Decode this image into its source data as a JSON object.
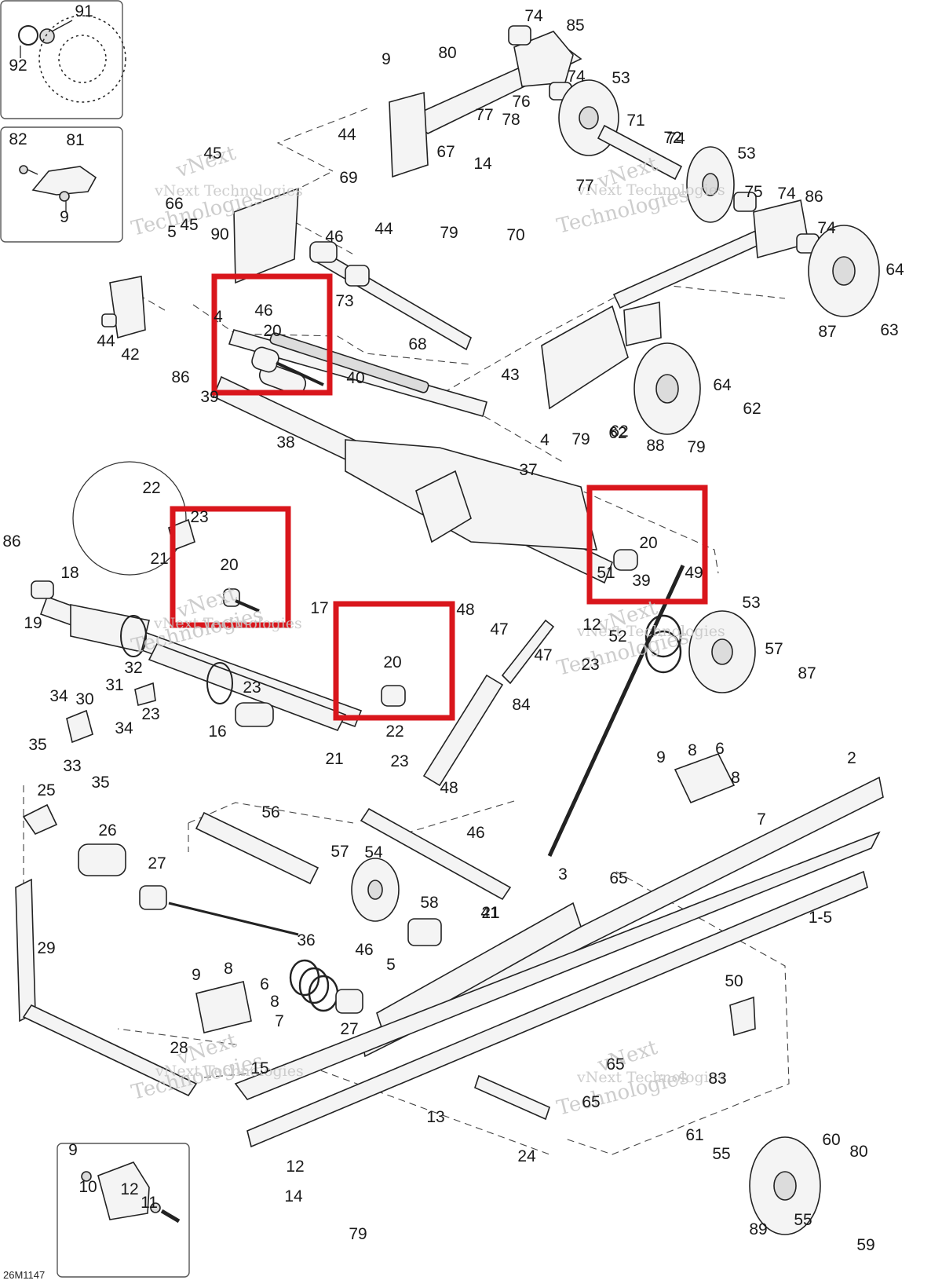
{
  "diagram": {
    "drawing_number": "26M1147",
    "watermark_lines": [
      "vNext Technologies",
      "vNext",
      "Technologies"
    ],
    "highlight_color": "#d9161c",
    "highlighted_part": "20",
    "labels": [
      "1-5",
      "2",
      "3",
      "4",
      "4",
      "5",
      "5",
      "6",
      "6",
      "7",
      "7",
      "8",
      "8",
      "8",
      "8",
      "9",
      "9",
      "9",
      "9",
      "9",
      "10",
      "11",
      "12",
      "12",
      "12",
      "13",
      "14",
      "14",
      "15",
      "16",
      "17",
      "18",
      "19",
      "20",
      "20",
      "20",
      "20",
      "21",
      "21",
      "21",
      "22",
      "22",
      "23",
      "23",
      "23",
      "23",
      "23",
      "24",
      "25",
      "26",
      "27",
      "27",
      "28",
      "29",
      "30",
      "31",
      "32",
      "33",
      "34",
      "34",
      "35",
      "35",
      "36",
      "37",
      "38",
      "39",
      "39",
      "40",
      "41",
      "42",
      "43",
      "44",
      "44",
      "44",
      "45",
      "45",
      "46",
      "46",
      "46",
      "46",
      "47",
      "47",
      "48",
      "48",
      "49",
      "50",
      "51",
      "52",
      "53",
      "53",
      "53",
      "54",
      "55",
      "55",
      "56",
      "57",
      "57",
      "58",
      "59",
      "60",
      "61",
      "62",
      "62",
      "62",
      "63",
      "64",
      "64",
      "65",
      "65",
      "65",
      "66",
      "67",
      "68",
      "69",
      "70",
      "71",
      "72",
      "73",
      "74",
      "74",
      "74",
      "74",
      "74",
      "75",
      "76",
      "77",
      "77",
      "78",
      "79",
      "79",
      "79",
      "79",
      "80",
      "80",
      "81",
      "82",
      "83",
      "84",
      "85",
      "86",
      "86",
      "86",
      "87",
      "87",
      "88",
      "89",
      "90",
      "91",
      "92"
    ]
  }
}
